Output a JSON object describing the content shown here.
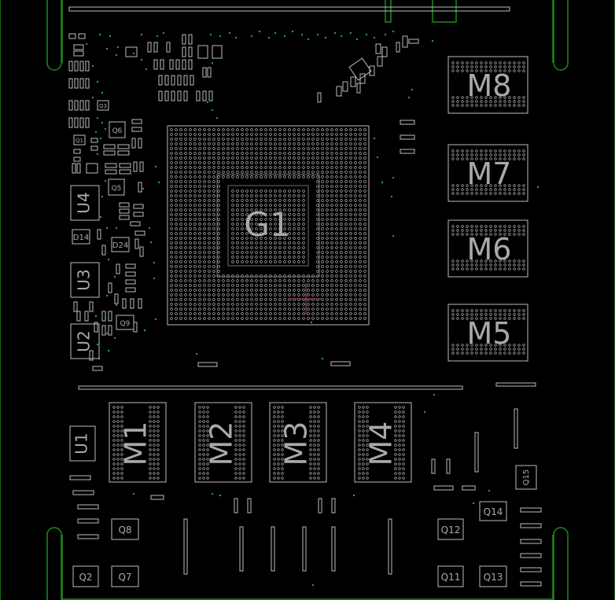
{
  "colors": {
    "background": "#000000",
    "board_edge": "#1f8a1f",
    "silkscreen": "#c8c8c8",
    "label": "#a9a9a9",
    "via": "#2aa6a6",
    "marker": "#b84a5e"
  },
  "gpu": {
    "label": "G1"
  },
  "memory": [
    {
      "label": "M8"
    },
    {
      "label": "M7"
    },
    {
      "label": "M6"
    },
    {
      "label": "M5"
    },
    {
      "label": "M1"
    },
    {
      "label": "M2"
    },
    {
      "label": "M3"
    },
    {
      "label": "M4"
    }
  ],
  "components": [
    {
      "label": "U4"
    },
    {
      "label": "U3"
    },
    {
      "label": "U2"
    },
    {
      "label": "U1"
    },
    {
      "label": "D14"
    },
    {
      "label": "D24"
    },
    {
      "label": "Q6"
    },
    {
      "label": "Q5"
    },
    {
      "label": "Q9"
    },
    {
      "label": "Q1"
    },
    {
      "label": "Q3"
    },
    {
      "label": "Q8"
    },
    {
      "label": "Q7"
    },
    {
      "label": "Q2"
    },
    {
      "label": "Q12"
    },
    {
      "label": "Q11"
    },
    {
      "label": "Q13"
    },
    {
      "label": "Q14"
    },
    {
      "label": "Q15"
    }
  ]
}
